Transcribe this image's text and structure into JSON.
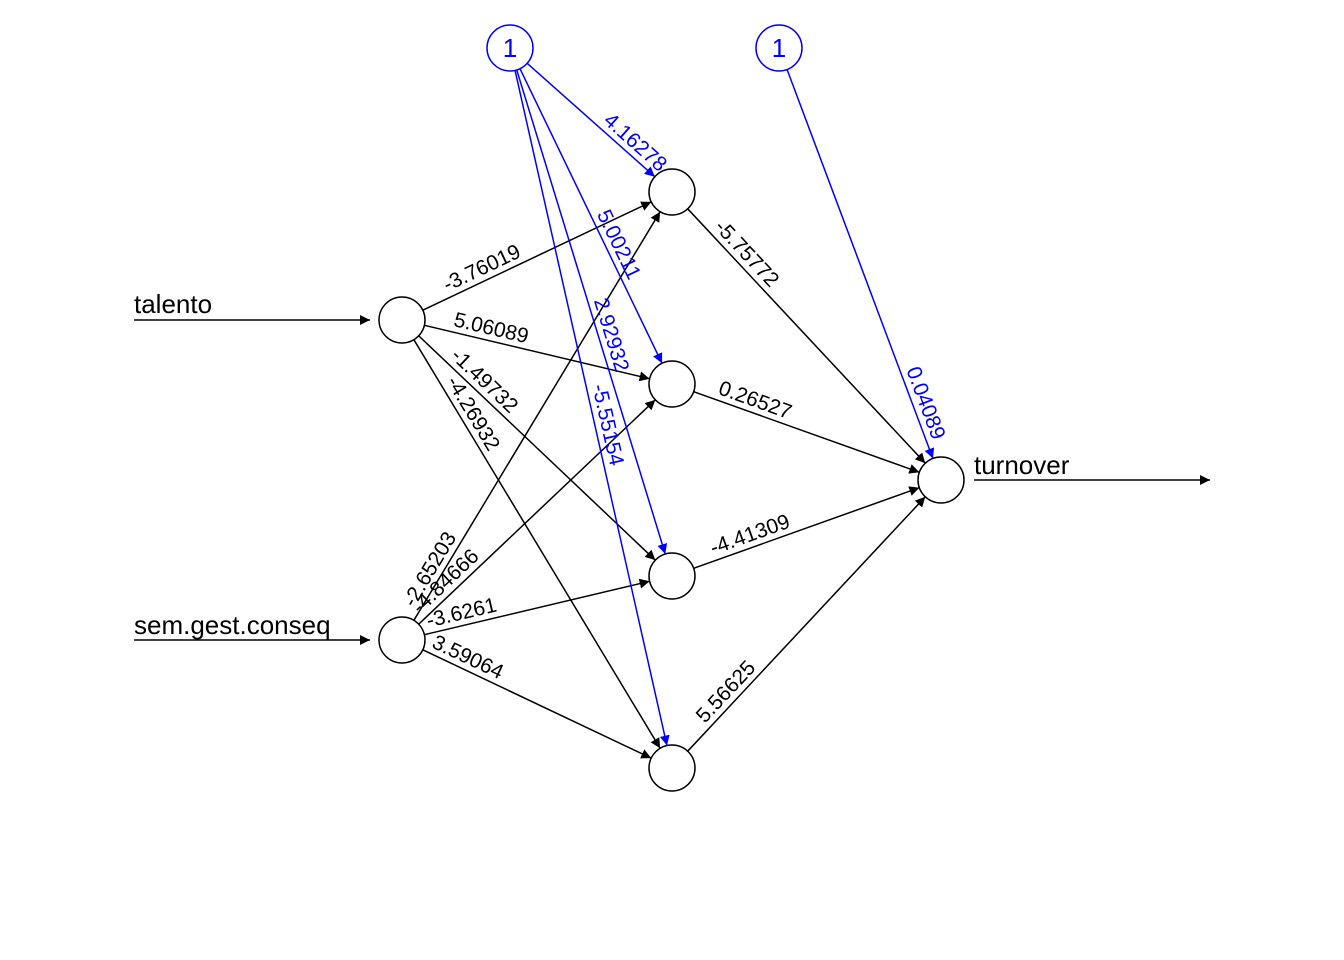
{
  "inputs": [
    {
      "id": "in1",
      "label": "talento"
    },
    {
      "id": "in2",
      "label": "sem.gest.conseq"
    }
  ],
  "bias_nodes": [
    {
      "id": "b1",
      "label": "1"
    },
    {
      "id": "b2",
      "label": "1"
    }
  ],
  "hidden_count": 4,
  "output": {
    "id": "out",
    "label": "turnover"
  },
  "colors": {
    "weights": "#000000",
    "bias": "#0000ff"
  },
  "weights": {
    "talento_to_hidden": [
      "-3.76019",
      "5.06089",
      "-1.49732",
      "-4.26932"
    ],
    "semgest_to_hidden": [
      "-2.65203",
      "-4.84666",
      "-3.6261",
      "3.59064"
    ],
    "bias_to_hidden": [
      "4.16278",
      "5.00211",
      "2.92932",
      "-5.55154"
    ],
    "hidden_to_output": [
      "-5.75772",
      "0.26527",
      "-4.41309",
      "5.56625"
    ],
    "bias_to_output": "0.04089"
  }
}
